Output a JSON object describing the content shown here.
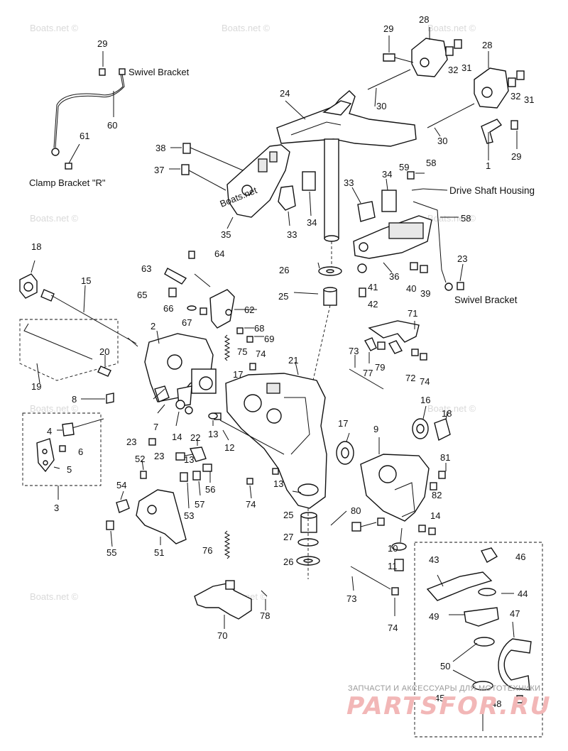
{
  "watermark": "Boats.net ©",
  "center_watermark": "Boats.net",
  "callouts": {
    "swivel_bracket_top": "Swivel Bracket",
    "clamp_bracket_r": "Clamp Bracket \"R\"",
    "drive_shaft_housing": "Drive Shaft Housing",
    "swivel_bracket_right": "Swivel Bracket"
  },
  "part_numbers": [
    "29",
    "60",
    "61",
    "28",
    "29",
    "32",
    "31",
    "28",
    "32",
    "31",
    "24",
    "30",
    "30",
    "1",
    "29",
    "38",
    "37",
    "35",
    "33",
    "34",
    "33",
    "34",
    "59",
    "58",
    "58",
    "23",
    "18",
    "15",
    "64",
    "63",
    "26",
    "41",
    "42",
    "36",
    "40",
    "39",
    "65",
    "66",
    "67",
    "62",
    "25",
    "68",
    "69",
    "2",
    "20",
    "75",
    "17",
    "74",
    "19",
    "8",
    "21",
    "73",
    "71",
    "77",
    "79",
    "72",
    "74",
    "16",
    "18",
    "7",
    "14",
    "13",
    "4",
    "6",
    "5",
    "3",
    "23",
    "23",
    "52",
    "22",
    "13",
    "12",
    "17",
    "9",
    "81",
    "54",
    "56",
    "57",
    "53",
    "55",
    "51",
    "13",
    "74",
    "80",
    "82",
    "14",
    "25",
    "27",
    "76",
    "26",
    "10",
    "11",
    "73",
    "74",
    "70",
    "78",
    "46",
    "43",
    "44",
    "49",
    "47",
    "50",
    "45",
    "48"
  ],
  "brand": {
    "subtitle": "ЗАПЧАСТИ И АКСЕССУАРЫ ДЛЯ МОТОТЕХНИКИ",
    "name": "PARTSFOR.RU"
  }
}
